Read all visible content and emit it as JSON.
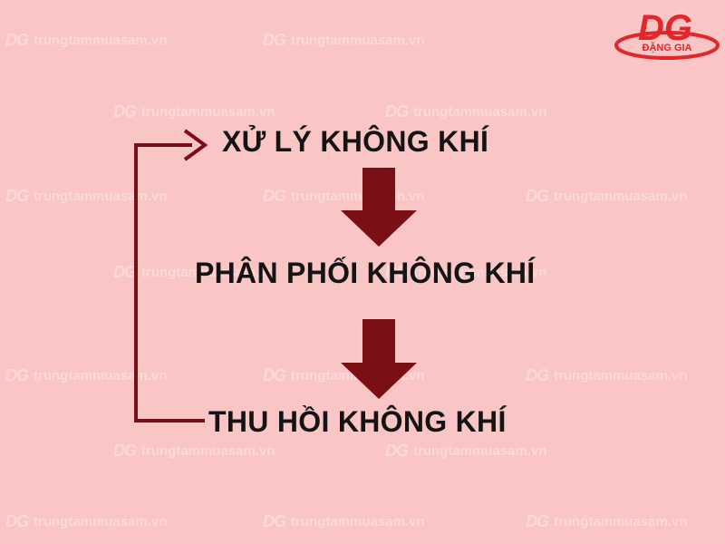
{
  "brand": {
    "logo_text": "DG",
    "logo_subtext": "ĐẶNG GIA",
    "watermark_text": "trungtammuasam.vn"
  },
  "flow": {
    "steps": [
      "XỬ LÝ KHÔNG KHÍ",
      "PHÂN PHỐI KHÔNG KHÍ",
      "THU HỒI KHÔNG KHÍ"
    ]
  },
  "colors": {
    "background": "#f9c5c5",
    "arrow": "#7a0f16",
    "text": "#141414",
    "logo": "#e3262a"
  }
}
